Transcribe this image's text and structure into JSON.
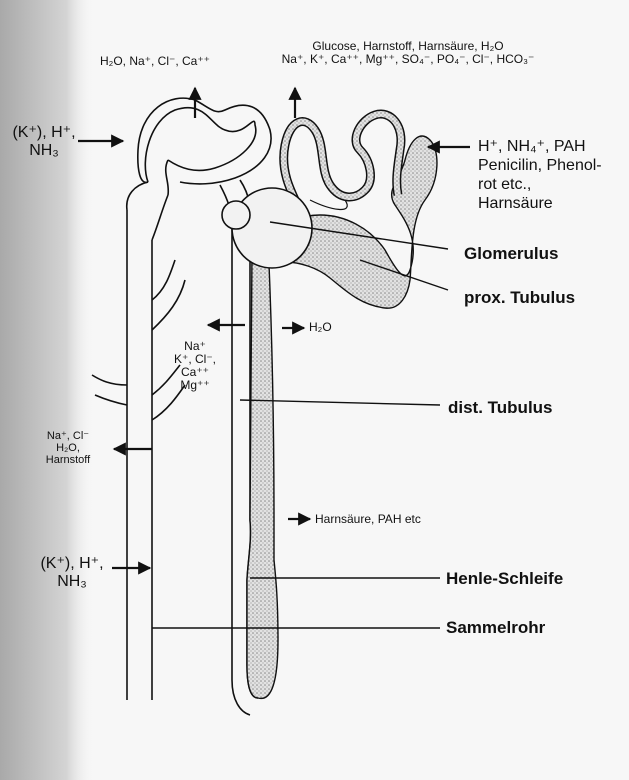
{
  "structures": {
    "glomerulus": "Glomerulus",
    "prox_tubulus": "prox. Tubulus",
    "dist_tubulus": "dist. Tubulus",
    "henle": "Henle-Schleife",
    "sammelrohr": "Sammelrohr"
  },
  "secretion": {
    "left_top_line1": "(K⁺), H⁺,",
    "left_top_line2": "NH₃",
    "right_line1": "H⁺, NH₄⁺, PAH",
    "right_line2": "Penicilin, Phenol-",
    "right_line3": "rot etc.,",
    "right_line4": "Harnsäure",
    "left_bottom_line1": "(K⁺), H⁺,",
    "left_bottom_line2": "NH₃"
  },
  "reabsorption": {
    "top_left": "H₂O, Na⁺, Cl⁻, Ca⁺⁺",
    "top_right_line1": "Glucose, Harnstoff, Harnsäure, H₂O",
    "top_right_line2": "Na⁺, K⁺, Ca⁺⁺, Mg⁺⁺, SO₄⁻, PO₄⁻, Cl⁻, HCO₃⁻",
    "mid_line1": "Na⁺",
    "mid_line2": "K⁺, Cl⁻,",
    "mid_line3": "Ca⁺⁺",
    "mid_line4": "Mg⁺⁺",
    "water": "H₂O",
    "left_mid_line1": "Na⁺, Cl⁻",
    "left_mid_line2": "H₂O,",
    "left_mid_line3": "Harnstoff",
    "harnsaeure": "Harnsäure, PAH etc"
  },
  "colors": {
    "ink": "#111111",
    "stipple": "#cfcfcf",
    "left_shadow": "#b8b8b8"
  },
  "icons": [
    "arrow-right-icon",
    "arrow-left-icon",
    "arrow-up-icon"
  ]
}
